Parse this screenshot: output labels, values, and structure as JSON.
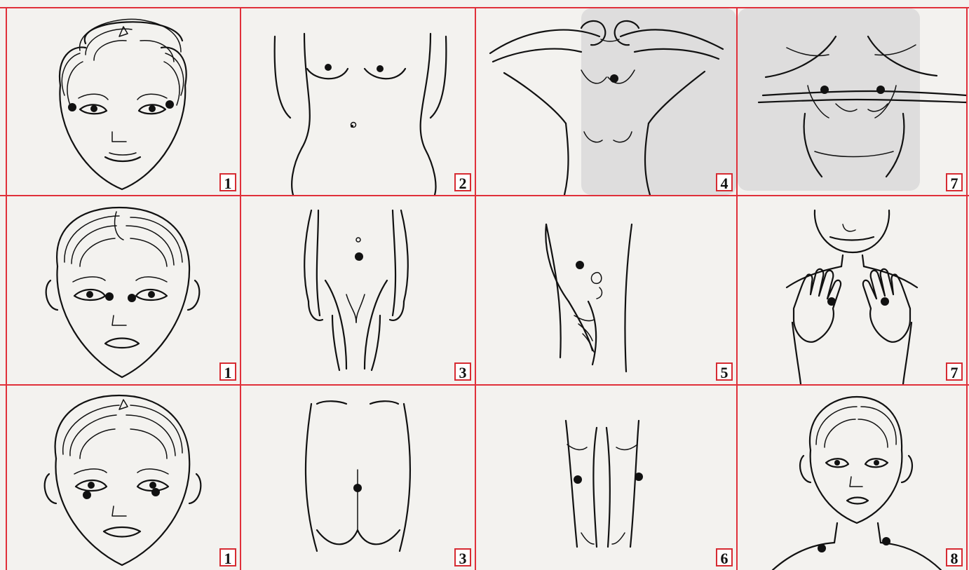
{
  "grid": {
    "line_color": "#e0303a",
    "background": "#f3f2ef"
  },
  "panels": [
    {
      "id": "r1c1",
      "figure": "face-front-points-temples",
      "label": "1"
    },
    {
      "id": "r1c2",
      "figure": "torso-front-points-chest-navel",
      "label": "2"
    },
    {
      "id": "r1c3",
      "figure": "upper-body-arms-raised-point-chest",
      "label": "4"
    },
    {
      "id": "r1c4",
      "figure": "torso-hands-points-ribs",
      "label": "7"
    },
    {
      "id": "r2c1",
      "figure": "face-front-points-nose-sides",
      "label": "1"
    },
    {
      "id": "r2c2",
      "figure": "lower-abdomen-points-midline",
      "label": "3"
    },
    {
      "id": "r2c3",
      "figure": "hip-hand-points-side",
      "label": "5"
    },
    {
      "id": "r2c4",
      "figure": "hands-raised-points-palms",
      "label": "7"
    },
    {
      "id": "r3c1",
      "figure": "face-front-points-cheeks",
      "label": "1"
    },
    {
      "id": "r3c2",
      "figure": "buttocks-back-point-center",
      "label": "3"
    },
    {
      "id": "r3c3",
      "figure": "legs-back-points-knees",
      "label": "6"
    },
    {
      "id": "r3c4",
      "figure": "face-neck-points-shoulders",
      "label": "8"
    }
  ]
}
